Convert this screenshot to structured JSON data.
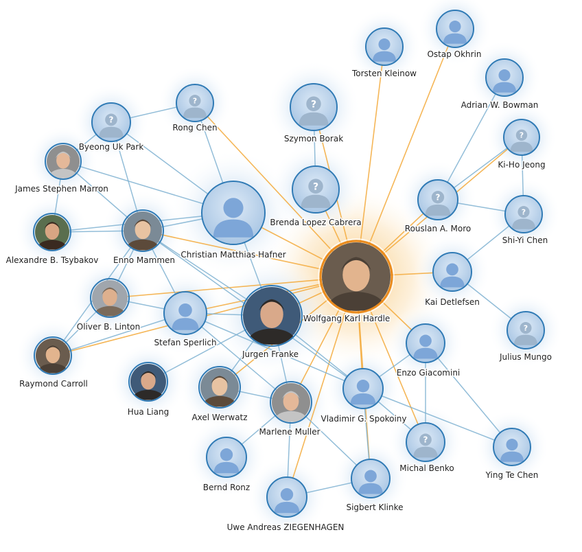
{
  "graph": {
    "nodes": [
      {
        "id": "hardle",
        "label": "Wolfgang Karl Hardle",
        "avatar": "photo",
        "unknown": false,
        "center": true
      },
      {
        "id": "franke",
        "label": "Jurgen Franke",
        "avatar": "photo",
        "unknown": false
      },
      {
        "id": "hafner",
        "label": "Christian Matthias Hafner",
        "avatar": "placeholder",
        "unknown": false
      },
      {
        "id": "mammen",
        "label": "Enno Mammen",
        "avatar": "photo",
        "unknown": false
      },
      {
        "id": "marron",
        "label": "James Stephen Marron",
        "avatar": "photo",
        "unknown": false
      },
      {
        "id": "park",
        "label": "Byeong Uk Park",
        "avatar": "placeholder",
        "unknown": true
      },
      {
        "id": "rongchen",
        "label": "Rong Chen",
        "avatar": "placeholder",
        "unknown": true
      },
      {
        "id": "tsybakov",
        "label": "Alexandre B. Tsybakov",
        "avatar": "photo",
        "unknown": false
      },
      {
        "id": "linton",
        "label": "Oliver B. Linton",
        "avatar": "photo",
        "unknown": false
      },
      {
        "id": "carroll",
        "label": "Raymond Carroll",
        "avatar": "photo",
        "unknown": false
      },
      {
        "id": "liang",
        "label": "Hua Liang",
        "avatar": "photo",
        "unknown": false
      },
      {
        "id": "sperlich",
        "label": "Stefan Sperlich",
        "avatar": "placeholder",
        "unknown": false
      },
      {
        "id": "werwatz",
        "label": "Axel Werwatz",
        "avatar": "photo",
        "unknown": false
      },
      {
        "id": "muller",
        "label": "Marlene Muller",
        "avatar": "photo",
        "unknown": false
      },
      {
        "id": "ronz",
        "label": "Bernd Ronz",
        "avatar": "placeholder",
        "unknown": false
      },
      {
        "id": "ziegenhagen",
        "label": "Uwe Andreas ZIEGENHAGEN",
        "avatar": "placeholder",
        "unknown": false
      },
      {
        "id": "klinke",
        "label": "Sigbert Klinke",
        "avatar": "placeholder",
        "unknown": false
      },
      {
        "id": "spokoiny",
        "label": "Vladimir G. Spokoiny",
        "avatar": "placeholder",
        "unknown": false
      },
      {
        "id": "benko",
        "label": "Michal Benko",
        "avatar": "placeholder",
        "unknown": true
      },
      {
        "id": "giacomini",
        "label": "Enzo Giacomini",
        "avatar": "placeholder",
        "unknown": false
      },
      {
        "id": "yingte",
        "label": "Ying Te Chen",
        "avatar": "placeholder",
        "unknown": false
      },
      {
        "id": "mungo",
        "label": "Julius Mungo",
        "avatar": "placeholder",
        "unknown": true
      },
      {
        "id": "detlefsen",
        "label": "Kai Detlefsen",
        "avatar": "placeholder",
        "unknown": false
      },
      {
        "id": "shiyi",
        "label": "Shi-Yi Chen",
        "avatar": "placeholder",
        "unknown": true
      },
      {
        "id": "jeong",
        "label": "Ki-Ho Jeong",
        "avatar": "placeholder",
        "unknown": true
      },
      {
        "id": "moro",
        "label": "Rouslan A. Moro",
        "avatar": "placeholder",
        "unknown": true
      },
      {
        "id": "bowman",
        "label": "Adrian W. Bowman",
        "avatar": "placeholder",
        "unknown": false
      },
      {
        "id": "okhrin",
        "label": "Ostap Okhrin",
        "avatar": "placeholder",
        "unknown": false
      },
      {
        "id": "kleinow",
        "label": "Torsten Kleinow",
        "avatar": "placeholder",
        "unknown": false
      },
      {
        "id": "borak",
        "label": "Szymon Borak",
        "avatar": "placeholder",
        "unknown": true
      },
      {
        "id": "cabrera",
        "label": "Brenda Lopez Cabrera",
        "avatar": "placeholder",
        "unknown": true
      }
    ],
    "edges": [
      [
        "hardle",
        "franke"
      ],
      [
        "hardle",
        "hafner"
      ],
      [
        "hardle",
        "mammen"
      ],
      [
        "hardle",
        "sperlich"
      ],
      [
        "hardle",
        "werwatz"
      ],
      [
        "hardle",
        "muller"
      ],
      [
        "hardle",
        "ziegenhagen"
      ],
      [
        "hardle",
        "klinke"
      ],
      [
        "hardle",
        "spokoiny"
      ],
      [
        "hardle",
        "benko"
      ],
      [
        "hardle",
        "giacomini"
      ],
      [
        "hardle",
        "detlefsen"
      ],
      [
        "hardle",
        "moro"
      ],
      [
        "hardle",
        "jeong"
      ],
      [
        "hardle",
        "okhrin"
      ],
      [
        "hardle",
        "kleinow"
      ],
      [
        "hardle",
        "borak"
      ],
      [
        "hardle",
        "cabrera"
      ],
      [
        "hardle",
        "rongchen"
      ],
      [
        "hardle",
        "linton"
      ],
      [
        "hardle",
        "carroll"
      ],
      [
        "franke",
        "hafner"
      ],
      [
        "franke",
        "mammen"
      ],
      [
        "franke",
        "sperlich"
      ],
      [
        "franke",
        "muller"
      ],
      [
        "franke",
        "spokoiny"
      ],
      [
        "franke",
        "werwatz"
      ],
      [
        "franke",
        "liang"
      ],
      [
        "hafner",
        "mammen"
      ],
      [
        "hafner",
        "marron"
      ],
      [
        "hafner",
        "rongchen"
      ],
      [
        "hafner",
        "tsybakov"
      ],
      [
        "mammen",
        "marron"
      ],
      [
        "mammen",
        "park"
      ],
      [
        "mammen",
        "tsybakov"
      ],
      [
        "mammen",
        "linton"
      ],
      [
        "mammen",
        "sperlich"
      ],
      [
        "mammen",
        "carroll"
      ],
      [
        "mammen",
        "spokoiny"
      ],
      [
        "marron",
        "park"
      ],
      [
        "marron",
        "tsybakov"
      ],
      [
        "park",
        "rongchen"
      ],
      [
        "park",
        "hafner"
      ],
      [
        "linton",
        "carroll"
      ],
      [
        "linton",
        "sperlich"
      ],
      [
        "carroll",
        "sperlich"
      ],
      [
        "sperlich",
        "muller"
      ],
      [
        "sperlich",
        "spokoiny"
      ],
      [
        "werwatz",
        "muller"
      ],
      [
        "muller",
        "ronz"
      ],
      [
        "muller",
        "ziegenhagen"
      ],
      [
        "muller",
        "klinke"
      ],
      [
        "spokoiny",
        "klinke"
      ],
      [
        "spokoiny",
        "benko"
      ],
      [
        "spokoiny",
        "yingte"
      ],
      [
        "spokoiny",
        "giacomini"
      ],
      [
        "ziegenhagen",
        "klinke"
      ],
      [
        "giacomini",
        "benko"
      ],
      [
        "giacomini",
        "yingte"
      ],
      [
        "detlefsen",
        "mungo"
      ],
      [
        "moro",
        "jeong"
      ],
      [
        "moro",
        "shiyi"
      ],
      [
        "jeong",
        "shiyi"
      ],
      [
        "bowman",
        "moro"
      ],
      [
        "cabrera",
        "borak"
      ],
      [
        "shiyi",
        "detlefsen"
      ]
    ]
  },
  "colors": {
    "edge": "#7fb2d1",
    "edge_center": "#f3a93a",
    "ring": "#2f7ab5",
    "center_ring": "#e98a1d",
    "avatar_fill": "#7da6d8",
    "avatar_bg": "#c6dbef",
    "unknown_fill": "#9eb5cc",
    "glow": "#bcd6ee",
    "glow_center": "#f8c36b"
  }
}
